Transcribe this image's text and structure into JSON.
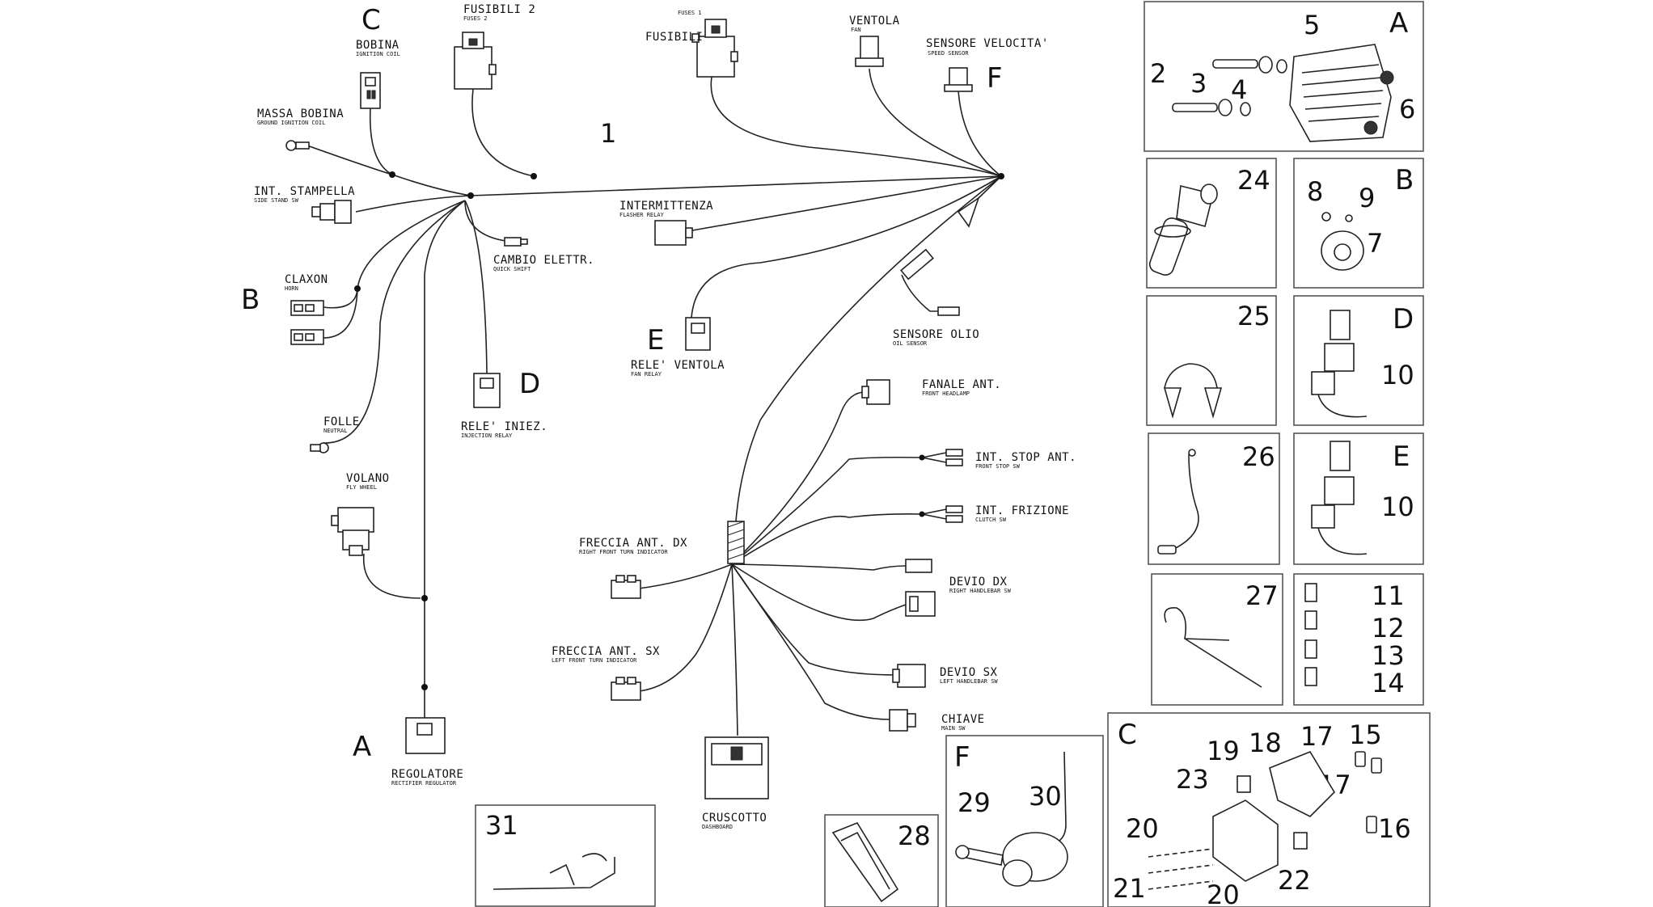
{
  "labels": {
    "fusibili2": "FUSIBILI 2",
    "fuses2": "FUSES 2",
    "fuses1": "FUSES 1",
    "fusibili": "FUSIBILI",
    "ventola": "VENTOLA",
    "fan": "FAN",
    "sensore_velocita": "SENSORE VELOCITA'",
    "speed_sensor": "SPEED SENSOR",
    "bobina": "BOBINA",
    "ignition_coil": "IGNITION COIL",
    "massa_bobina": "MASSA BOBINA",
    "ground_ignition_coil": "GROUND IGNITION COIL",
    "int_stampella": "INT. STAMPELLA",
    "side_stand_sw": "SIDE STAND SW",
    "cambio_elettr": "CAMBIO ELETTR.",
    "quick_shift": "QUICK SHIFT",
    "intermittenza": "INTERMITTENZA",
    "flasher_relay": "FLASHER RELAY",
    "claxon": "CLAXON",
    "horn": "HORN",
    "rele_ventola": "RELE' VENTOLA",
    "fan_relay": "FAN RELAY",
    "sensore_olio": "SENSORE OLIO",
    "oil_sensor": "OIL SENSOR",
    "rele_iniez": "RELE' INIEZ.",
    "injection_relay": "INJECTION RELAY",
    "folle": "FOLLE",
    "neutral": "NEUTRAL",
    "fanale_ant": "FANALE ANT.",
    "front_headlamp": "FRONT HEADLAMP",
    "int_stop_ant": "INT. STOP ANT.",
    "front_stop_sw": "FRONT STOP SW",
    "volano": "VOLANO",
    "fly_wheel": "FLY WHEEL",
    "int_frizione": "INT. FRIZIONE",
    "clutch_sw": "CLUTCH SW",
    "freccia_ant_dx": "FRECCIA ANT. DX",
    "right_front_turn": "RIGHT FRONT TURN INDICATOR",
    "devio_dx": "DEVIO DX",
    "right_handlebar_sw": "RIGHT HANDLEBAR SW",
    "freccia_ant_sx": "FRECCIA ANT. SX",
    "left_front_turn": "LEFT FRONT TURN INDICATOR",
    "devio_sx": "DEVIO SX",
    "left_handlebar_sw": "LEFT HANDLEBAR SW",
    "chiave": "CHIAVE",
    "main_sw": "MAIN SW",
    "regolatore": "REGOLATORE",
    "rectifier_regulator": "RECTIFIER REGULATOR",
    "cruscotto": "CRUSCOTTO",
    "dashboard": "DASHBOARD"
  },
  "letters": {
    "C": "C",
    "B": "B",
    "D": "D",
    "E": "E",
    "F": "F",
    "A": "A"
  },
  "harness_number": "1",
  "panels": {
    "A": {
      "letter": "A",
      "nums": [
        "2",
        "3",
        "4",
        "5",
        "6"
      ]
    },
    "p24": {
      "num": "24"
    },
    "B": {
      "letter": "B",
      "nums": [
        "8",
        "9",
        "7"
      ]
    },
    "p25": {
      "num": "25"
    },
    "D": {
      "letter": "D",
      "num": "10"
    },
    "p26": {
      "num": "26"
    },
    "E": {
      "letter": "E",
      "num": "10"
    },
    "p27": {
      "num": "27"
    },
    "fuses": {
      "nums": [
        "11",
        "12",
        "13",
        "14"
      ]
    },
    "p31": {
      "num": "31"
    },
    "p28": {
      "num": "28"
    },
    "F": {
      "letter": "F",
      "nums": [
        "29",
        "30"
      ]
    },
    "C": {
      "letter": "C",
      "nums": [
        "19",
        "18",
        "17",
        "15",
        "23",
        "17",
        "20",
        "16",
        "21",
        "20",
        "22"
      ]
    }
  }
}
